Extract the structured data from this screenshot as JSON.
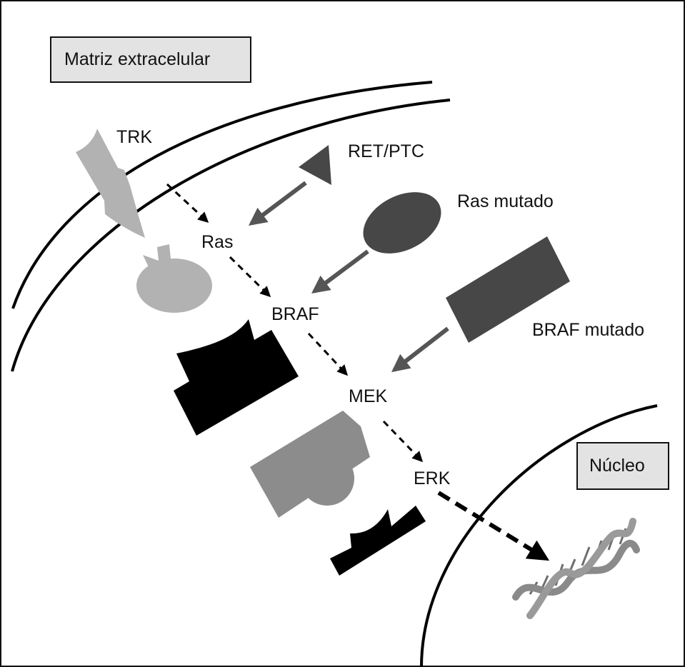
{
  "labels": {
    "extracellular_matrix": "Matriz extracelular",
    "nucleus": "Núcleo",
    "trk": "TRK",
    "ret_ptc": "RET/PTC",
    "ras_mutated": "Ras mutado",
    "ras": "Ras",
    "braf": "BRAF",
    "braf_mutated": "BRAF mutado",
    "mek": "MEK",
    "erk": "ERK"
  },
  "colors": {
    "background": "#ffffff",
    "frame": "#111111",
    "label_box_fill": "#e3e3e3",
    "membrane": "#000000",
    "light_gray_shape": "#b2b2b2",
    "mid_gray_shape": "#8c8c8c",
    "dark_gray_shape": "#474747",
    "black_shape": "#000000",
    "mutant_arrow": "#555555",
    "dna": "#8a8a8a"
  },
  "icons": {
    "dna": "dna-double-helix-icon"
  }
}
